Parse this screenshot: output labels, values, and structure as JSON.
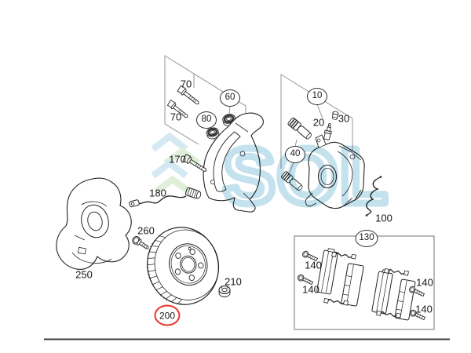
{
  "diagram": {
    "watermark": {
      "text": "SOL",
      "chevron_icon": "stacked-chevrons"
    },
    "colors": {
      "highlight_red": "#e5352b",
      "watermark_teal": "#9fd0e2",
      "chevron_blue": "#b9dcea",
      "chevron_green": "#cfe6c4",
      "ink": "#222222",
      "leader_gray": "#8a8a8a",
      "footer_rule": "#3c3c3c"
    },
    "callouts": {
      "c70a": {
        "text": "70"
      },
      "c70b": {
        "text": "70"
      },
      "c60": {
        "text": "60"
      },
      "c80": {
        "text": "80"
      },
      "c170": {
        "text": "170"
      },
      "c180": {
        "text": "180"
      },
      "c10": {
        "text": "10"
      },
      "c20": {
        "text": "20"
      },
      "c30": {
        "text": "30"
      },
      "c40": {
        "text": "40"
      },
      "c100": {
        "text": "100"
      },
      "c130": {
        "text": "130"
      },
      "c140a": {
        "text": "140"
      },
      "c140b": {
        "text": "140"
      },
      "c140c": {
        "text": "140"
      },
      "c140d": {
        "text": "140"
      },
      "c200": {
        "text": "200"
      },
      "c210": {
        "text": "210"
      },
      "c250": {
        "text": "250"
      },
      "c260": {
        "text": "260"
      }
    }
  }
}
